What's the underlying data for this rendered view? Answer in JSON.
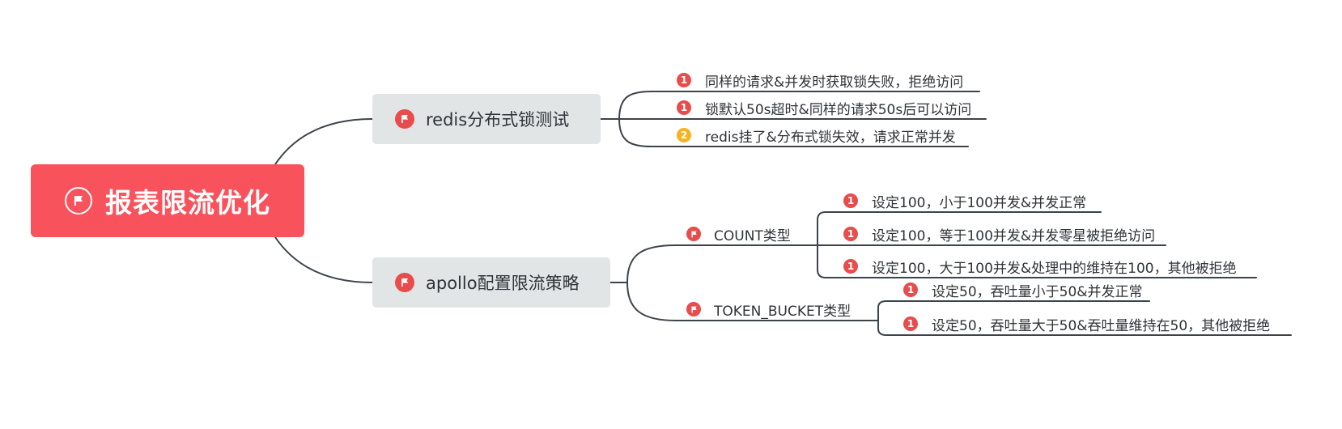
{
  "colors": {
    "root_fill": "#f8525c",
    "branch_fill": "#e1e5e6",
    "connector": "#3d434b",
    "priority_1": "#e84c4c",
    "priority_2": "#f6b320",
    "text": "#2f3237"
  },
  "root": {
    "label": "报表限流优化",
    "icon": "flag-icon"
  },
  "branches": [
    {
      "label": "redis分布式锁测试",
      "icon": "flag-icon",
      "children": [
        {
          "label": "同样的请求&并发时获取锁失败，拒绝访问",
          "priority": "1"
        },
        {
          "label": "锁默认50s超时&同样的请求50s后可以访问",
          "priority": "1"
        },
        {
          "label": "redis挂了&分布式锁失效，请求正常并发",
          "priority": "2"
        }
      ]
    },
    {
      "label": "apollo配置限流策略",
      "icon": "flag-icon",
      "children": [
        {
          "label": "COUNT类型",
          "icon": "flag-icon",
          "children": [
            {
              "label": "设定100，小于100并发&并发正常",
              "priority": "1"
            },
            {
              "label": "设定100，等于100并发&并发零星被拒绝访问",
              "priority": "1"
            },
            {
              "label": "设定100，大于100并发&处理中的维持在100，其他被拒绝",
              "priority": "1"
            }
          ]
        },
        {
          "label": "TOKEN_BUCKET类型",
          "icon": "flag-icon",
          "children": [
            {
              "label": "设定50，吞吐量小于50&并发正常",
              "priority": "1"
            },
            {
              "label": "设定50，吞吐量大于50&吞吐量维持在50，其他被拒绝",
              "priority": "1"
            }
          ]
        }
      ]
    }
  ]
}
